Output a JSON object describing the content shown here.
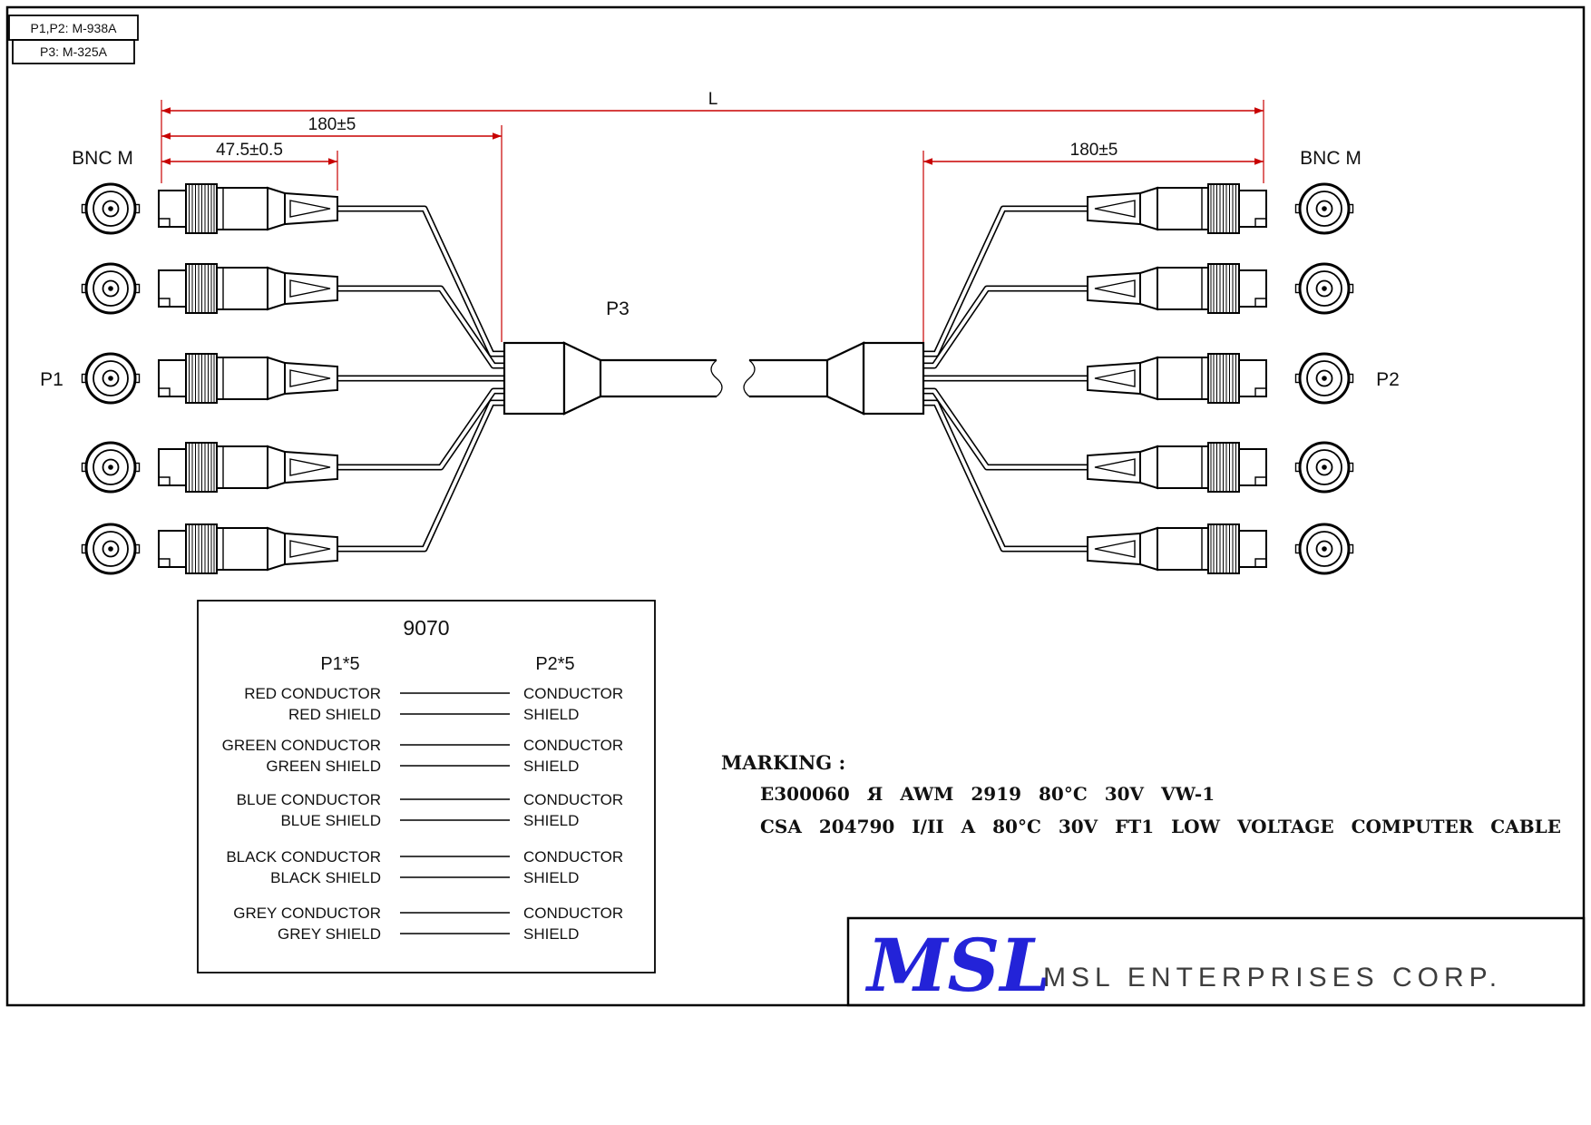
{
  "drawing": {
    "ref_notes": {
      "line1": "P1,P2: M-938A",
      "line2": "P3: M-325A"
    },
    "labels": {
      "bnc_left": "BNC M",
      "bnc_right": "BNC M",
      "p1": "P1",
      "p2": "P2",
      "p3": "P3"
    },
    "dimensions": {
      "overall": "L",
      "left_breakout": "180±5",
      "connector_len": "47.5±0.5",
      "right_breakout": "180±5"
    },
    "accent_color": "#c80000",
    "connector_type": "BNC male, 5 per end"
  },
  "wiring_table": {
    "part_number": "9070",
    "col_left": "P1*5",
    "col_right": "P2*5",
    "rows": [
      {
        "left": "RED CONDUCTOR",
        "right": "CONDUCTOR"
      },
      {
        "left": "RED SHIELD",
        "right": "SHIELD"
      },
      {
        "left": "GREEN CONDUCTOR",
        "right": "CONDUCTOR"
      },
      {
        "left": "GREEN SHIELD",
        "right": "SHIELD"
      },
      {
        "left": "BLUE CONDUCTOR",
        "right": "CONDUCTOR"
      },
      {
        "left": "BLUE SHIELD",
        "right": "SHIELD"
      },
      {
        "left": "BLACK CONDUCTOR",
        "right": "CONDUCTOR"
      },
      {
        "left": "BLACK SHIELD",
        "right": "SHIELD"
      },
      {
        "left": "GREY CONDUCTOR",
        "right": "CONDUCTOR"
      },
      {
        "left": "GREY SHIELD",
        "right": "SHIELD"
      }
    ]
  },
  "marking": {
    "title": "MARKING :",
    "line1": "E300060 Я AWM 2919 80°C 30V VW-1",
    "line2": "CSA 204790 I/II A 80°C 30V FT1 LOW VOLTAGE COMPUTER CABLE"
  },
  "title_block": {
    "logo": "MSL",
    "company": "MSL ENTERPRISES CORP."
  }
}
